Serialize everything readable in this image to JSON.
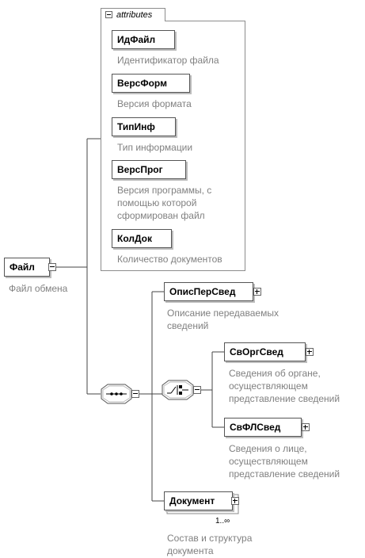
{
  "attributes_group": {
    "title": "attributes",
    "items": [
      {
        "name": "ИдФайл",
        "desc": [
          "Идентификатор файла"
        ]
      },
      {
        "name": "ВерсФорм",
        "desc": [
          "Версия формата"
        ]
      },
      {
        "name": "ТипИнф",
        "desc": [
          "Тип информации"
        ]
      },
      {
        "name": "ВерсПрог",
        "desc": [
          "Версия программы, с",
          "помощью которой",
          "сформирован файл"
        ]
      },
      {
        "name": "КолДок",
        "desc": [
          "Количество документов"
        ]
      }
    ]
  },
  "root": {
    "name": "Файл",
    "desc": "Файл обмена"
  },
  "children": {
    "opis": {
      "name": "ОписПерСвед",
      "desc": [
        "Описание передаваемых",
        "сведений"
      ]
    },
    "svorg": {
      "name": "СвОргСвед",
      "desc": [
        "Сведения об органе,",
        "осуществляющем",
        "представление сведений"
      ]
    },
    "svfl": {
      "name": "СвФЛСвед",
      "desc": [
        "Сведения о лице,",
        "осуществляющем",
        "представление сведений"
      ]
    },
    "doc": {
      "name": "Документ",
      "occurs": "1..∞",
      "desc": [
        "Состав и структура",
        "документа"
      ]
    }
  }
}
